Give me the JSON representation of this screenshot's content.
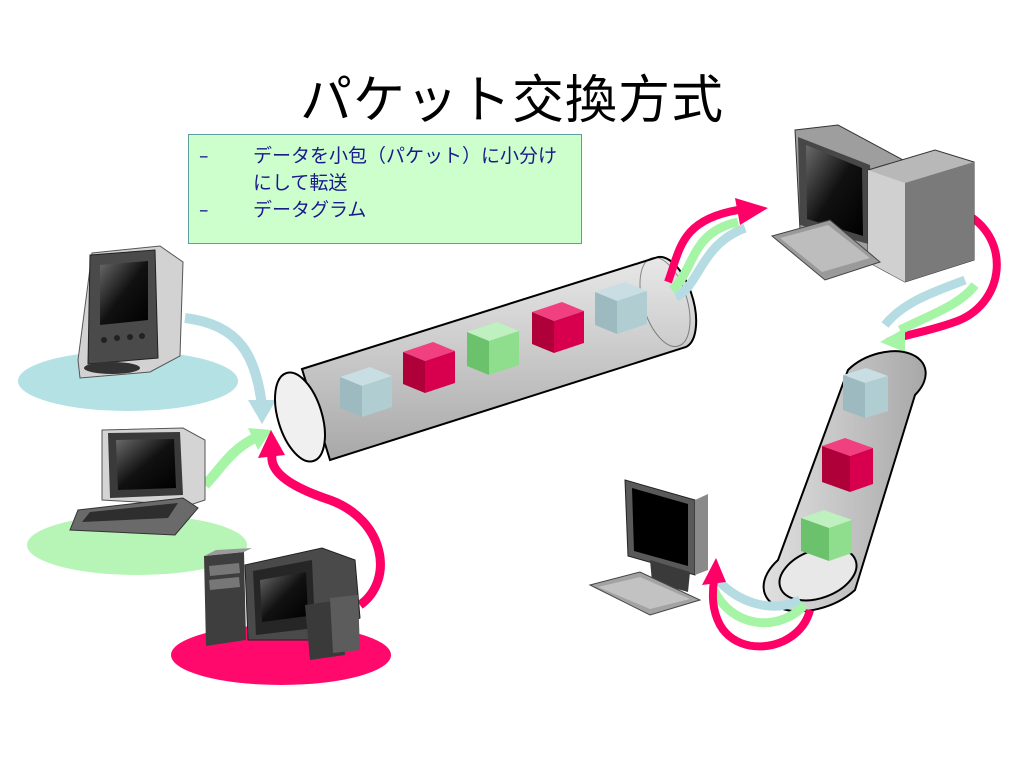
{
  "slide": {
    "title": "パケット交換方式",
    "bullets": [
      {
        "marker": "–",
        "text": "データを小包（パケット）に小分けにして転送"
      },
      {
        "marker": "–",
        "text": "データグラム"
      }
    ]
  },
  "colors": {
    "red": "#ff0066",
    "green": "#a6f5a6",
    "blue": "#a8d8e0",
    "tube": "#cccccc",
    "note_bg": "#ccffcc",
    "note_text": "#1a1a8c"
  },
  "icons": [
    "pda-icon",
    "laptop-icon",
    "desktop-pc-icon",
    "tower-pc-icon",
    "lcd-monitor-icon",
    "packet-cube-icon"
  ]
}
